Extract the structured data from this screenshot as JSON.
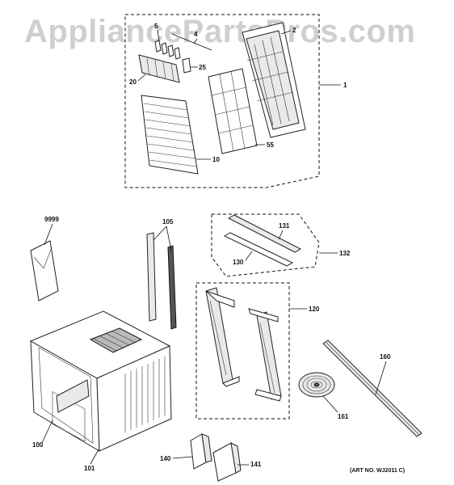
{
  "watermark": "AppliancePartsPros.com",
  "art_number": "(ART NO. WJ2011 C)",
  "callouts": {
    "c1": "1",
    "c2": "2",
    "c4": "4",
    "c5": "5",
    "c10": "10",
    "c20": "20",
    "c25": "25",
    "c55": "55",
    "c9999": "9999",
    "c105": "105",
    "c130": "130",
    "c131": "131",
    "c132": "132",
    "c120": "120",
    "c100": "100",
    "c101": "101",
    "c140": "140",
    "c141": "141",
    "c160": "160",
    "c161": "161"
  }
}
